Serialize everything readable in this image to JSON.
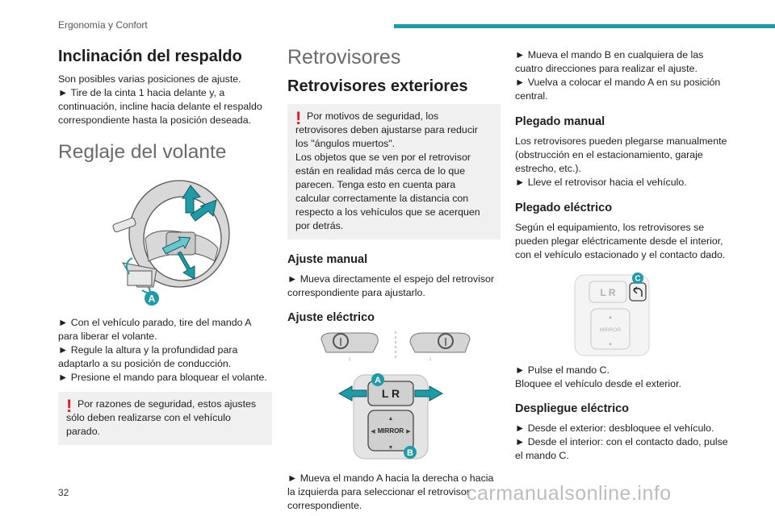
{
  "header": {
    "section": "Ergonomía y Confort"
  },
  "footer": {
    "page_number": "32",
    "watermark": "carmanualsonline.info"
  },
  "col1": {
    "h_respaldo": "Inclinación del respaldo",
    "respaldo_p1": "Son posibles varias posiciones de ajuste.",
    "respaldo_p2": "► Tire de la cinta 1 hacia delante y, a continuación, incline hacia delante el respaldo correspondiente hasta la posición deseada.",
    "h_volante": "Reglaje del volante",
    "fig_label_a": "A",
    "volante_p1": "► Con el vehículo parado, tire del mando A para liberar el volante.",
    "volante_p2": "► Regule la altura y la profundidad para adaptarlo a su posición de conducción.",
    "volante_p3": "► Presione el mando para bloquear el volante.",
    "warning": "Por razones de seguridad, estos ajustes sólo deben realizarse con el vehículo parado."
  },
  "col2": {
    "h_retrovisores": "Retrovisores",
    "h_exteriores": "Retrovisores exteriores",
    "warning": "Por motivos de seguridad, los retrovisores deben ajustarse para reducir los \"ángulos muertos\".\nLos objetos que se ven por el retrovisor están en realidad más cerca de lo que parecen. Tenga esto en cuenta para calcular correctamente la distancia con respecto a los vehículos que se acerquen por detrás.",
    "h_manual": "Ajuste manual",
    "manual_p": "► Mueva directamente el espejo del retrovisor correspondiente para ajustarlo.",
    "h_electrico": "Ajuste eléctrico",
    "fig_label_a": "A",
    "fig_label_b": "B",
    "fig_lr": "L  R",
    "fig_mirror": "MIRROR",
    "electrico_p": "► Mueva el mando A hacia la derecha o hacia la izquierda para seleccionar el retrovisor correspondiente."
  },
  "col3": {
    "p1": "► Mueva el mando B en cualquiera de las cuatro direcciones para realizar el ajuste.",
    "p2": "► Vuelva a colocar el mando A en su posición central.",
    "h_plegado_manual": "Plegado manual",
    "plegado_manual_p1": "Los retrovisores pueden plegarse manualmente (obstrucción en el estacionamiento, garaje estrecho, etc.).",
    "plegado_manual_p2": "► Lleve el retrovisor hacia el vehículo.",
    "h_plegado_electrico": "Plegado eléctrico",
    "plegado_electrico_p": "Según el equipamiento, los retrovisores se pueden plegar eléctricamente desde el interior, con el vehículo estacionado y el contacto dado.",
    "fig_label_c": "C",
    "fig_lr": "L  R",
    "fig_mirror": "MIRROR",
    "pulse_p1": "► Pulse el mando C.",
    "pulse_p2": "Bloquee el vehículo desde el exterior.",
    "h_despliegue": "Despliegue eléctrico",
    "despliegue_p1": "► Desde el exterior: desbloquee el vehículo.",
    "despliegue_p2": "► Desde el interior: con el contacto dado, pulse el mando C."
  },
  "colors": {
    "accent": "#1f9aa6",
    "warning": "#e01e2b",
    "box_bg": "#f0f0f0"
  },
  "icons": [
    "steering-wheel-illustration",
    "mirror-control-illustration",
    "fold-button-illustration",
    "warning-exclamation-icon"
  ]
}
